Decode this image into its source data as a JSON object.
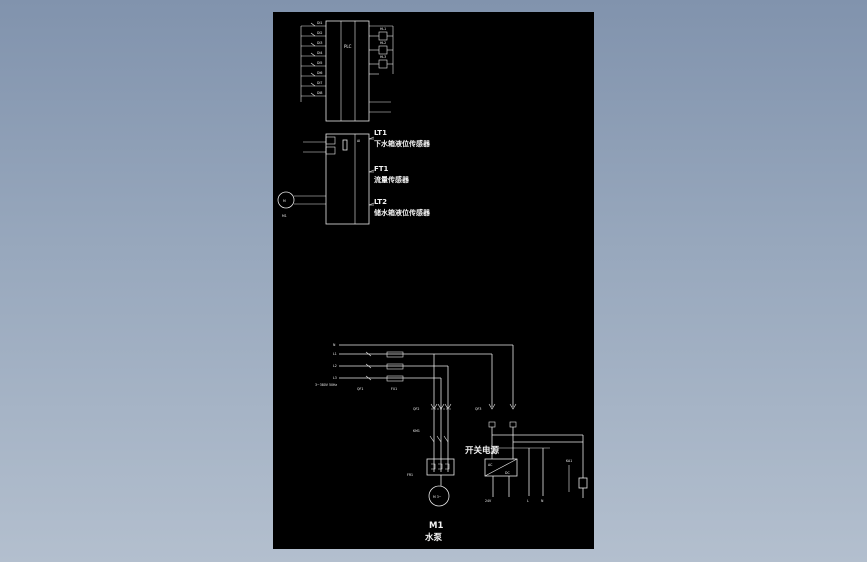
{
  "controller": {
    "di_left": [
      "DI1",
      "DI2",
      "DI3",
      "DI4",
      "DI5",
      "DI6",
      "DI7",
      "DI8"
    ],
    "do_right": [
      "HL1",
      "HL2",
      "HL3"
    ],
    "module": "PLC",
    "ai_module": "AI"
  },
  "sensors": {
    "lt1_tag": "LT1",
    "lt1_name": "下水箱液位传感器",
    "ft1_tag": "FT1",
    "ft1_name": "流量传感器",
    "lt2_tag": "LT2",
    "lt2_name": "储水箱液位传感器"
  },
  "motor_small": {
    "tag": "M",
    "label": "M1"
  },
  "mains": {
    "phases": [
      "N",
      "L1",
      "L2",
      "L3"
    ],
    "supply_label": "3~380V 50Hz",
    "breaker_label": "QF1",
    "fuse_label": "FU1"
  },
  "power_branch": {
    "breaker_label": "QF2",
    "contactor_label": "KM1",
    "thermal_label": "FR1",
    "motor_symbol": "M 3~"
  },
  "psu": {
    "title": "开关电源",
    "breaker_label": "QF3",
    "in_label": "AC",
    "out_label": "DC",
    "output_label": "24V",
    "terminal_a": "L",
    "terminal_b": "N",
    "relay_label": "KA1"
  },
  "motor_tag": "M1",
  "motor_name": "水泵"
}
